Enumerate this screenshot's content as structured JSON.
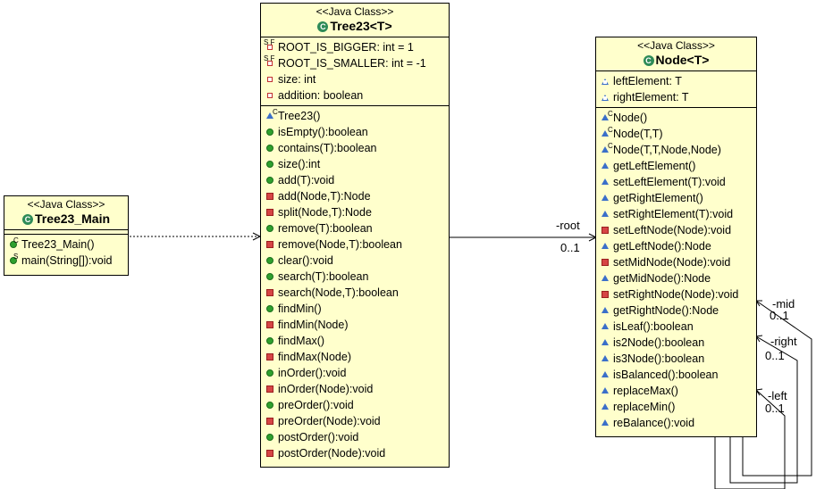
{
  "classes": {
    "main": {
      "stereotype": "<<Java Class>>",
      "name": "Tree23_Main",
      "methods": [
        "Tree23_Main()",
        "main(String[]):void"
      ]
    },
    "tree": {
      "stereotype": "<<Java Class>>",
      "name": "Tree23<T>",
      "fields": [
        "ROOT_IS_BIGGER: int = 1",
        "ROOT_IS_SMALLER: int = -1",
        "size: int",
        "addition: boolean"
      ],
      "methods": [
        "Tree23()",
        "isEmpty():boolean",
        "contains(T):boolean",
        "size():int",
        "add(T):void",
        "add(Node,T):Node",
        "split(Node,T):Node",
        "remove(T):boolean",
        "remove(Node,T):boolean",
        "clear():void",
        "search(T):boolean",
        "search(Node,T):boolean",
        "findMin()",
        "findMin(Node)",
        "findMax()",
        "findMax(Node)",
        "inOrder():void",
        "inOrder(Node):void",
        "preOrder():void",
        "preOrder(Node):void",
        "postOrder():void",
        "postOrder(Node):void"
      ]
    },
    "node": {
      "stereotype": "<<Java Class>>",
      "name": "Node<T>",
      "fields": [
        "leftElement: T",
        "rightElement: T"
      ],
      "methods": [
        "Node()",
        "Node(T,T)",
        "Node(T,T,Node,Node)",
        "getLeftElement()",
        "setLeftElement(T):void",
        "getRightElement()",
        "setRightElement(T):void",
        "setLeftNode(Node):void",
        "getLeftNode():Node",
        "setMidNode(Node):void",
        "getMidNode():Node",
        "setRightNode(Node):void",
        "getRightNode():Node",
        "isLeaf():boolean",
        "is2Node():boolean",
        "is3Node():boolean",
        "isBalanced():boolean",
        "replaceMax()",
        "replaceMin()",
        "reBalance():void"
      ]
    }
  },
  "associations": {
    "root": {
      "role": "-root",
      "multiplicity": "0..1"
    },
    "mid": {
      "role": "-mid",
      "multiplicity": "0..1"
    },
    "right": {
      "role": "-right",
      "multiplicity": "0..1"
    },
    "left": {
      "role": "-left",
      "multiplicity": "0..1"
    }
  }
}
